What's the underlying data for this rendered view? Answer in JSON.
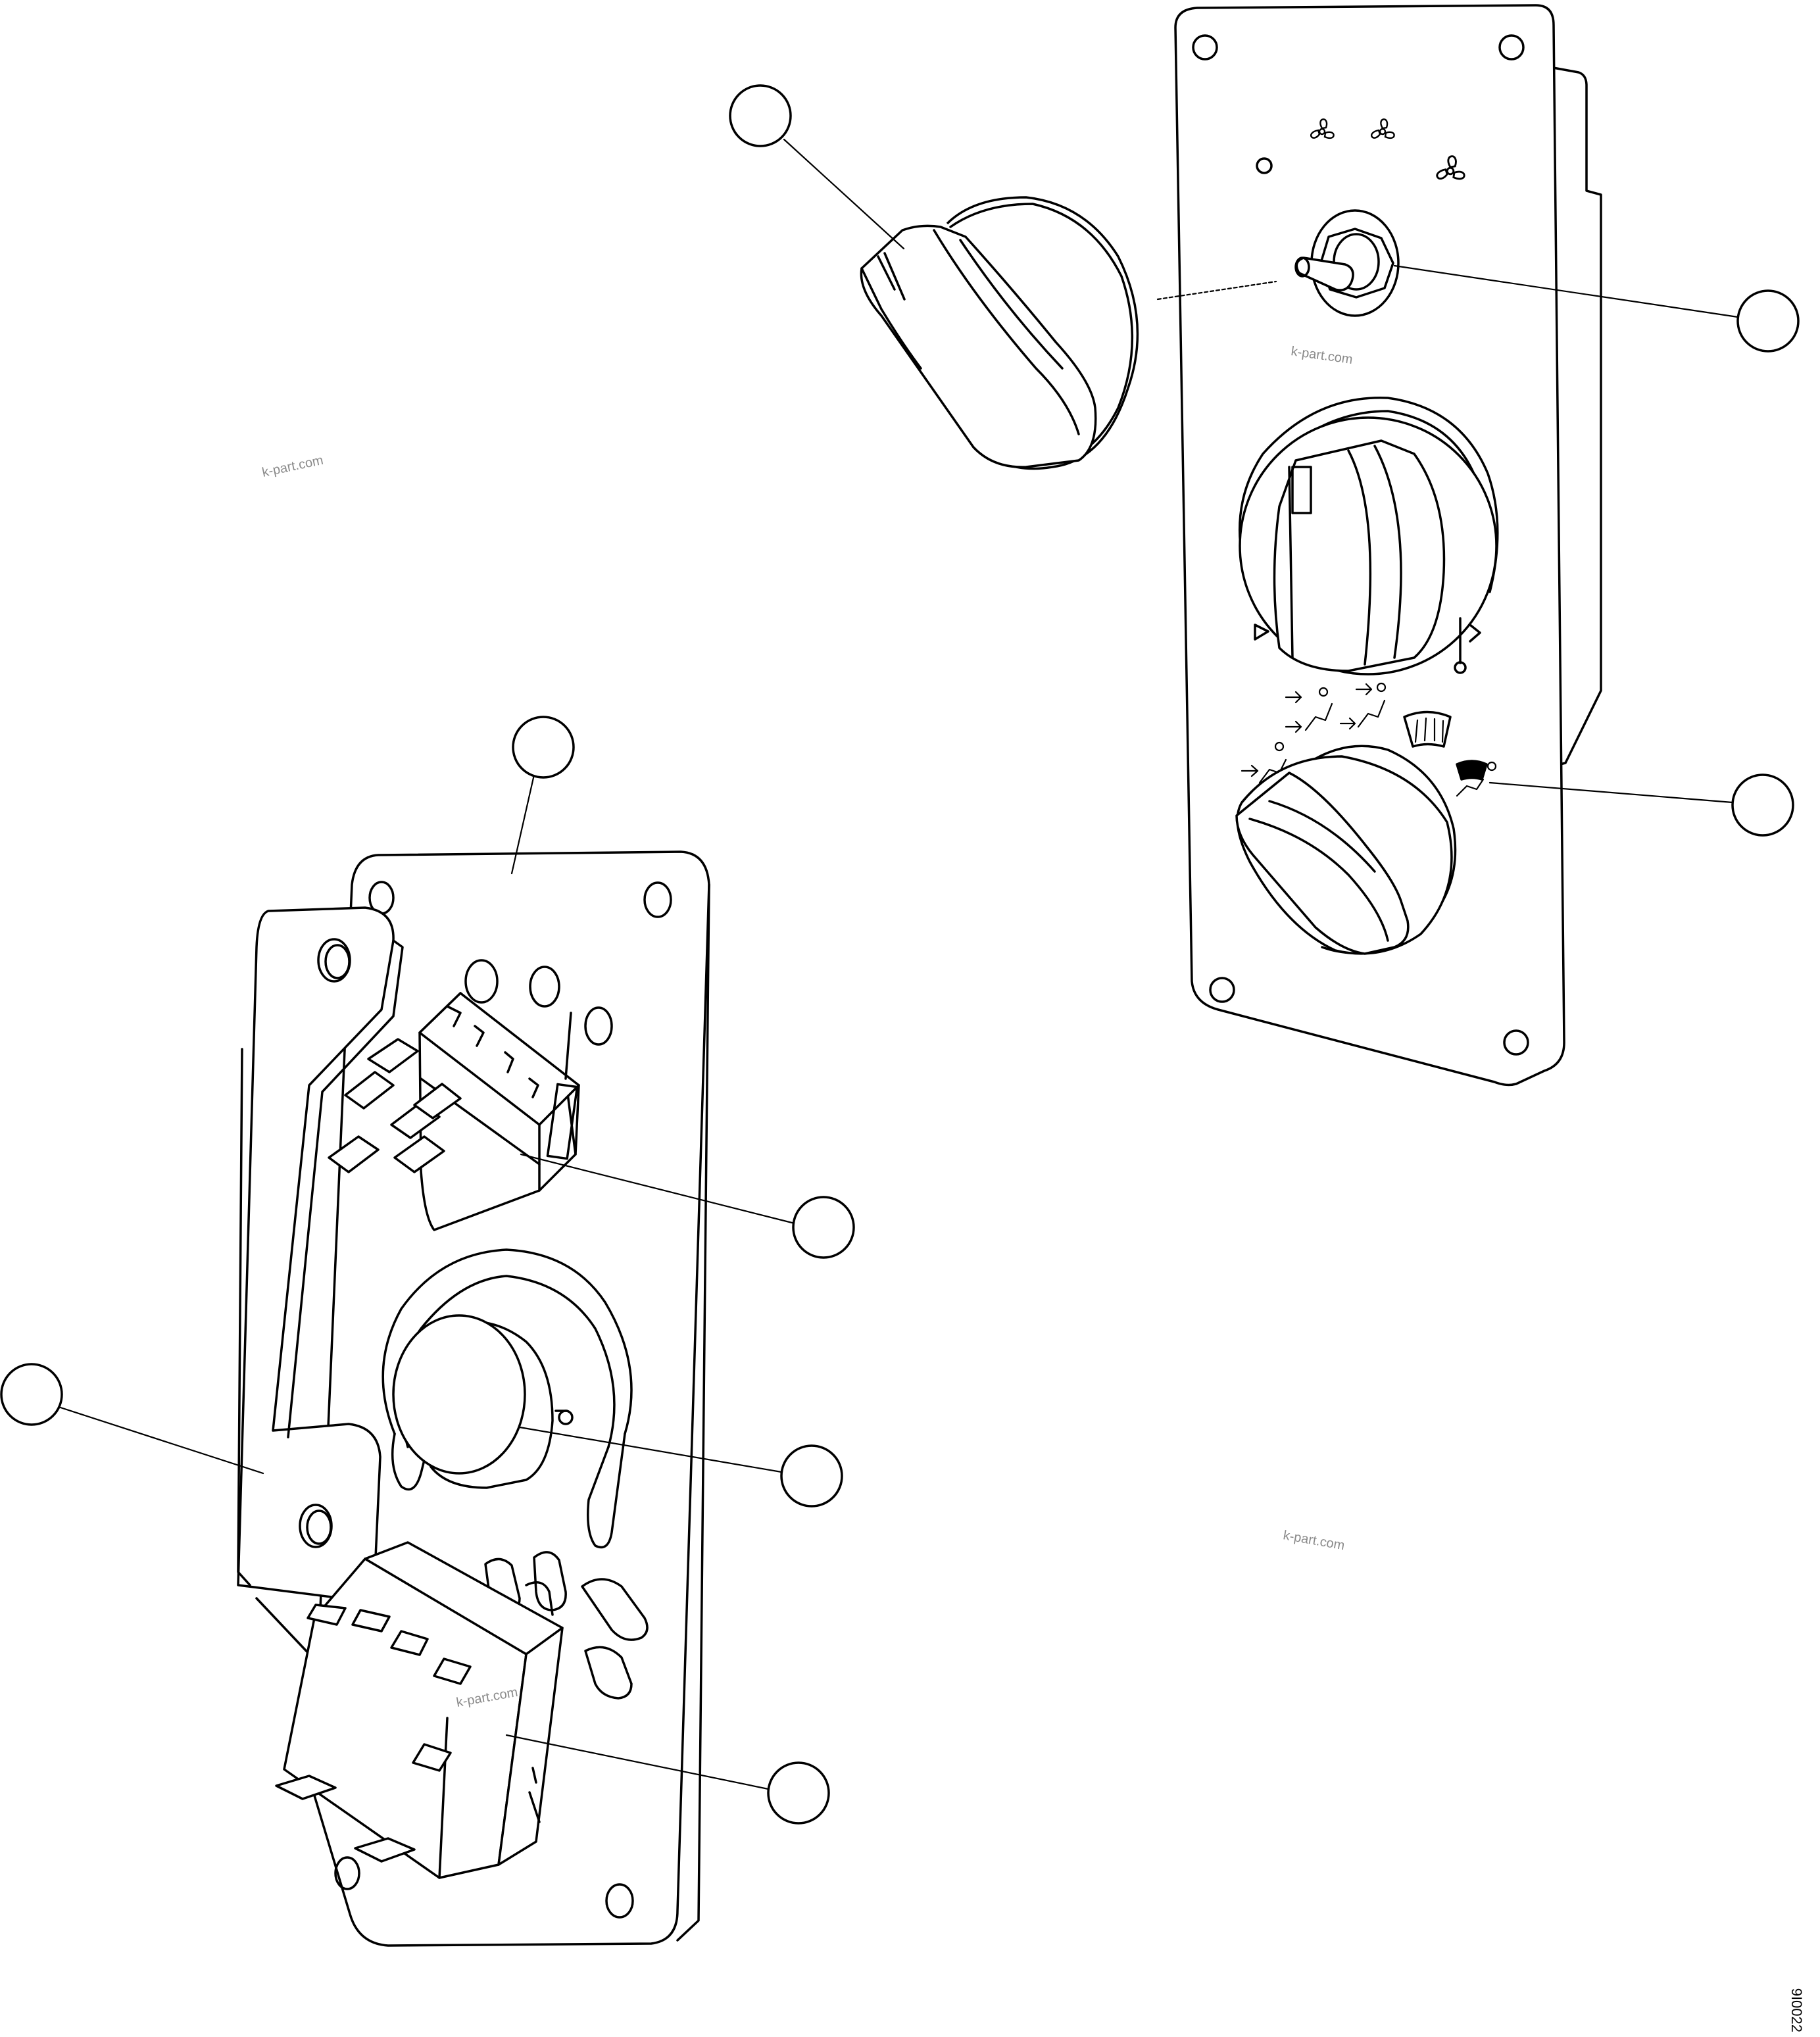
{
  "watermarks": [
    "k-part.com",
    "k-part.com",
    "k-part.com",
    "k-part.com"
  ],
  "drawing_code": "9I0022",
  "colors": {
    "line": "#000000",
    "watermark": "#8a8a8a",
    "background": "#ffffff"
  },
  "callouts": [
    {
      "id": "knob-callout",
      "label": ""
    },
    {
      "id": "toggle-switch-callout",
      "label": ""
    },
    {
      "id": "mode-selector-callout",
      "label": ""
    },
    {
      "id": "panel-plate-callout",
      "label": ""
    },
    {
      "id": "upper-connector-callout",
      "label": ""
    },
    {
      "id": "bracket-callout",
      "label": ""
    },
    {
      "id": "rotary-switch-body-callout",
      "label": ""
    },
    {
      "id": "lower-connector-callout",
      "label": ""
    }
  ],
  "icons": [
    "fan-speed-1-icon",
    "fan-speed-2-icon",
    "fan-speed-3-icon",
    "cold-temperature-icon",
    "hot-temperature-icon",
    "airflow-face-icon",
    "airflow-face-feet-icon",
    "airflow-feet-icon",
    "airflow-feet-defrost-icon",
    "windscreen-defrost-icon"
  ]
}
